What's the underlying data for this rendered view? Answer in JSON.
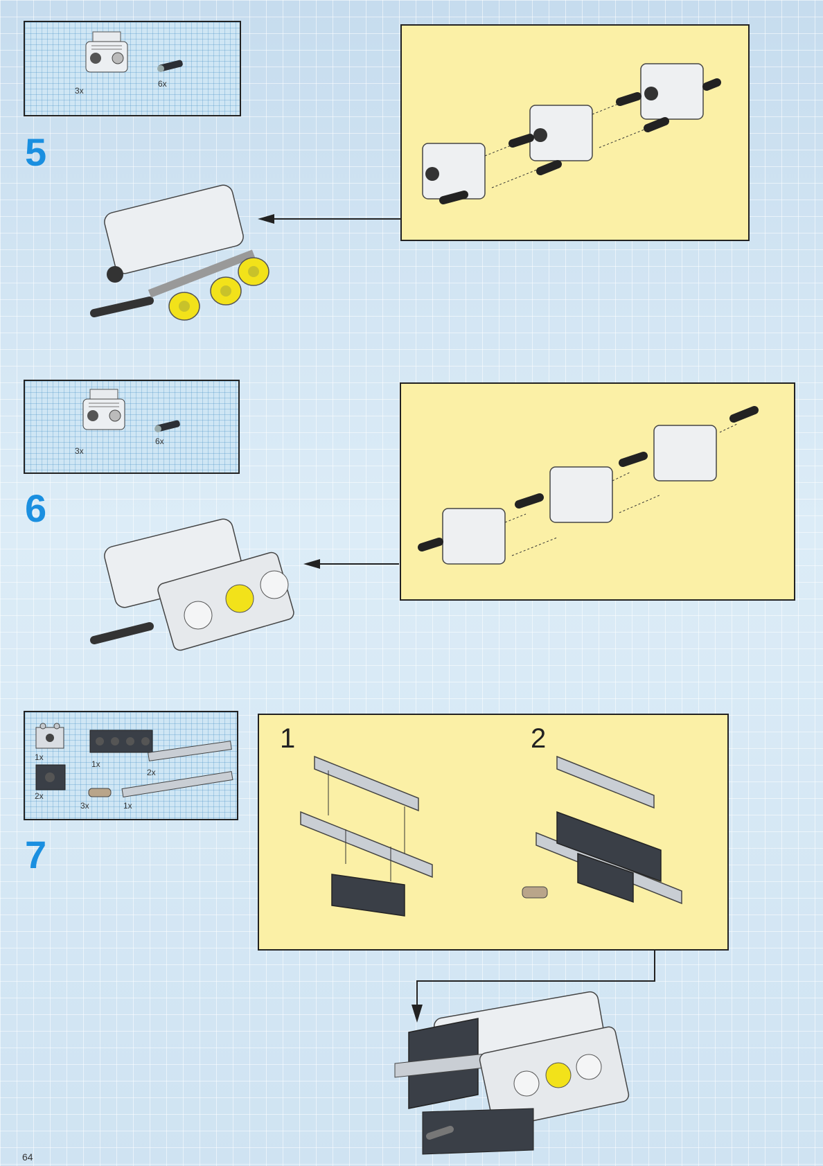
{
  "steps": [
    {
      "number": "5",
      "parts": [
        {
          "qty": "3x",
          "icon": "engine-block-part"
        },
        {
          "qty": "6x",
          "icon": "pin-part"
        }
      ]
    },
    {
      "number": "6",
      "parts": [
        {
          "qty": "3x",
          "icon": "engine-block-part"
        },
        {
          "qty": "6x",
          "icon": "pin-part"
        }
      ]
    },
    {
      "number": "7",
      "parts": [
        {
          "qty": "1x",
          "icon": "light-gray-brick-part"
        },
        {
          "qty": "1x",
          "icon": "black-long-brick-part"
        },
        {
          "qty": "2x",
          "icon": "plate-part"
        },
        {
          "qty": "2x",
          "icon": "black-brick-part"
        },
        {
          "qty": "3x",
          "icon": "bushing-part"
        },
        {
          "qty": "1x",
          "icon": "long-plate-part"
        }
      ],
      "substeps": [
        "1",
        "2"
      ]
    }
  ],
  "page_number": "64",
  "colors": {
    "accent_blue": "#1a8fe0",
    "panel_yellow": "#fbf0a6",
    "piston_yellow": "#f2e21a",
    "brick_dark": "#3a3f47",
    "brick_gray": "#d9dde2"
  }
}
